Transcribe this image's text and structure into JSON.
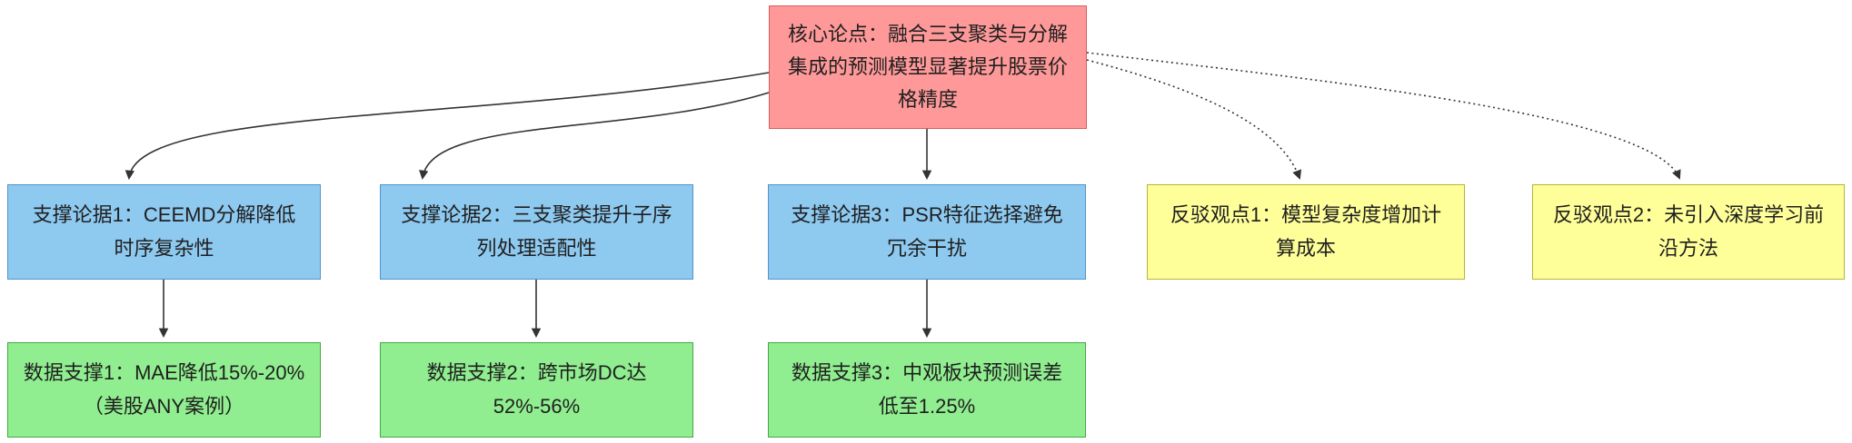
{
  "diagram": {
    "type": "argument-map-flowchart",
    "core": {
      "label": "核心论点：融合三支聚类与分解集成的预测模型显著提升股票价格精度"
    },
    "supports": [
      {
        "label": "支撑论据1：CEEMD分解降低时序复杂性"
      },
      {
        "label": "支撑论据2：三支聚类提升子序列处理适配性"
      },
      {
        "label": "支撑论据3：PSR特征选择避免冗余干扰"
      }
    ],
    "evidences": [
      {
        "label": "数据支撑1：MAE降低15%-20%（美股ANY案例）"
      },
      {
        "label": "数据支撑2：跨市场DC达52%-56%"
      },
      {
        "label": "数据支撑3：中观板块预测误差低至1.25%"
      }
    ],
    "rebuttals": [
      {
        "label": "反驳观点1：模型复杂度增加计算成本"
      },
      {
        "label": "反驳观点2：未引入深度学习前沿方法"
      }
    ],
    "edges": [
      {
        "from": "core",
        "to": "support-1",
        "style": "solid"
      },
      {
        "from": "core",
        "to": "support-2",
        "style": "solid"
      },
      {
        "from": "core",
        "to": "support-3",
        "style": "solid"
      },
      {
        "from": "core",
        "to": "rebuttal-1",
        "style": "dotted"
      },
      {
        "from": "core",
        "to": "rebuttal-2",
        "style": "dotted"
      },
      {
        "from": "support-1",
        "to": "evidence-1",
        "style": "solid"
      },
      {
        "from": "support-2",
        "to": "evidence-2",
        "style": "solid"
      },
      {
        "from": "support-3",
        "to": "evidence-3",
        "style": "solid"
      }
    ],
    "colors": {
      "core_fill": "#ff9999",
      "core_border": "#d65c5c",
      "support_fill": "#8ec9f0",
      "support_border": "#4f94cd",
      "evidence_fill": "#90ee90",
      "evidence_border": "#44a944",
      "rebuttal_fill": "#ffff99",
      "rebuttal_border": "#b5b53d",
      "connector": "#333333",
      "text": "#1f1f1f",
      "background": "#ffffff"
    }
  }
}
